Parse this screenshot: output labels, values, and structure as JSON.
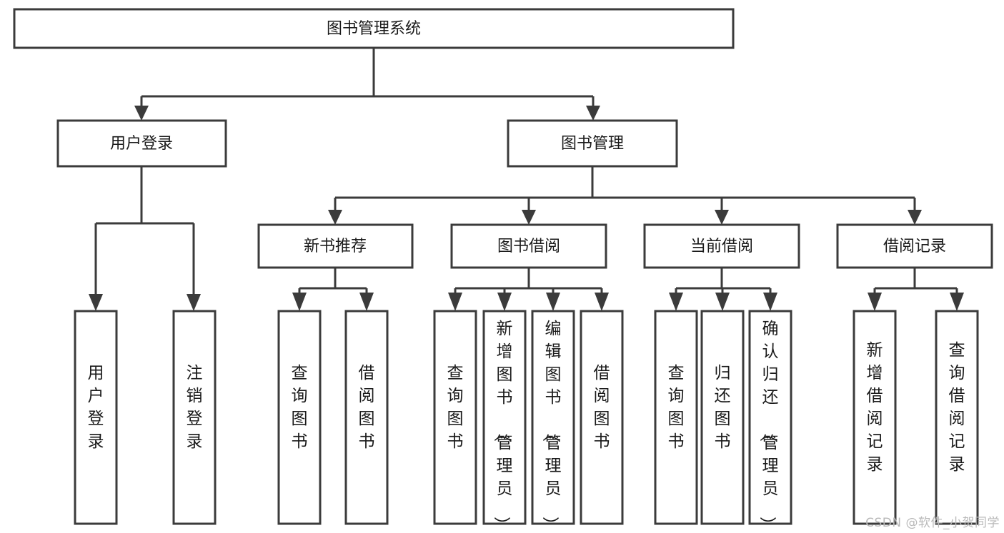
{
  "diagram": {
    "type": "tree",
    "title": "图书管理系统",
    "watermark": "CSDN @软件_小贺同学",
    "colors": {
      "stroke": "#3b3b3b",
      "fill": "#ffffff",
      "text": "#1a1a1a",
      "watermark": "#b9b9b9",
      "background": "#ffffff"
    },
    "nodes": {
      "root": {
        "label": "图书管理系统",
        "orientation": "horizontal"
      },
      "level2": [
        {
          "id": "user-login",
          "label": "用户登录",
          "orientation": "horizontal"
        },
        {
          "id": "book-manage",
          "label": "图书管理",
          "orientation": "horizontal"
        }
      ],
      "level3": [
        {
          "id": "new-book-recommend",
          "label": "新书推荐",
          "orientation": "horizontal"
        },
        {
          "id": "book-borrow",
          "label": "图书借阅",
          "orientation": "horizontal"
        },
        {
          "id": "current-borrow",
          "label": "当前借阅",
          "orientation": "horizontal"
        },
        {
          "id": "borrow-record",
          "label": "借阅记录",
          "orientation": "horizontal"
        }
      ],
      "leaves": {
        "user-login": [
          {
            "id": "leaf-user-login",
            "label": "用户登录",
            "orientation": "vertical"
          },
          {
            "id": "leaf-logout-login",
            "label": "注销登录",
            "orientation": "vertical"
          }
        ],
        "new-book-recommend": [
          {
            "id": "leaf-query-book-1",
            "label": "查询图书",
            "orientation": "vertical"
          },
          {
            "id": "leaf-borrow-book-1",
            "label": "借阅图书",
            "orientation": "vertical"
          }
        ],
        "book-borrow": [
          {
            "id": "leaf-query-book-2",
            "label": "查询图书",
            "orientation": "vertical"
          },
          {
            "id": "leaf-add-book-admin",
            "label": "新增图书（管理员）",
            "orientation": "vertical"
          },
          {
            "id": "leaf-edit-book-admin",
            "label": "编辑图书（管理员）",
            "orientation": "vertical"
          },
          {
            "id": "leaf-borrow-book-2",
            "label": "借阅图书",
            "orientation": "vertical"
          }
        ],
        "current-borrow": [
          {
            "id": "leaf-query-book-3",
            "label": "查询图书",
            "orientation": "vertical"
          },
          {
            "id": "leaf-return-book",
            "label": "归还图书",
            "orientation": "vertical"
          },
          {
            "id": "leaf-confirm-return-admin",
            "label": "确认归还（管理员）",
            "orientation": "vertical"
          }
        ],
        "borrow-record": [
          {
            "id": "leaf-add-borrow-record",
            "label": "新增借阅记录",
            "orientation": "vertical"
          },
          {
            "id": "leaf-query-borrow-record",
            "label": "查询借阅记录",
            "orientation": "vertical"
          }
        ]
      }
    }
  }
}
